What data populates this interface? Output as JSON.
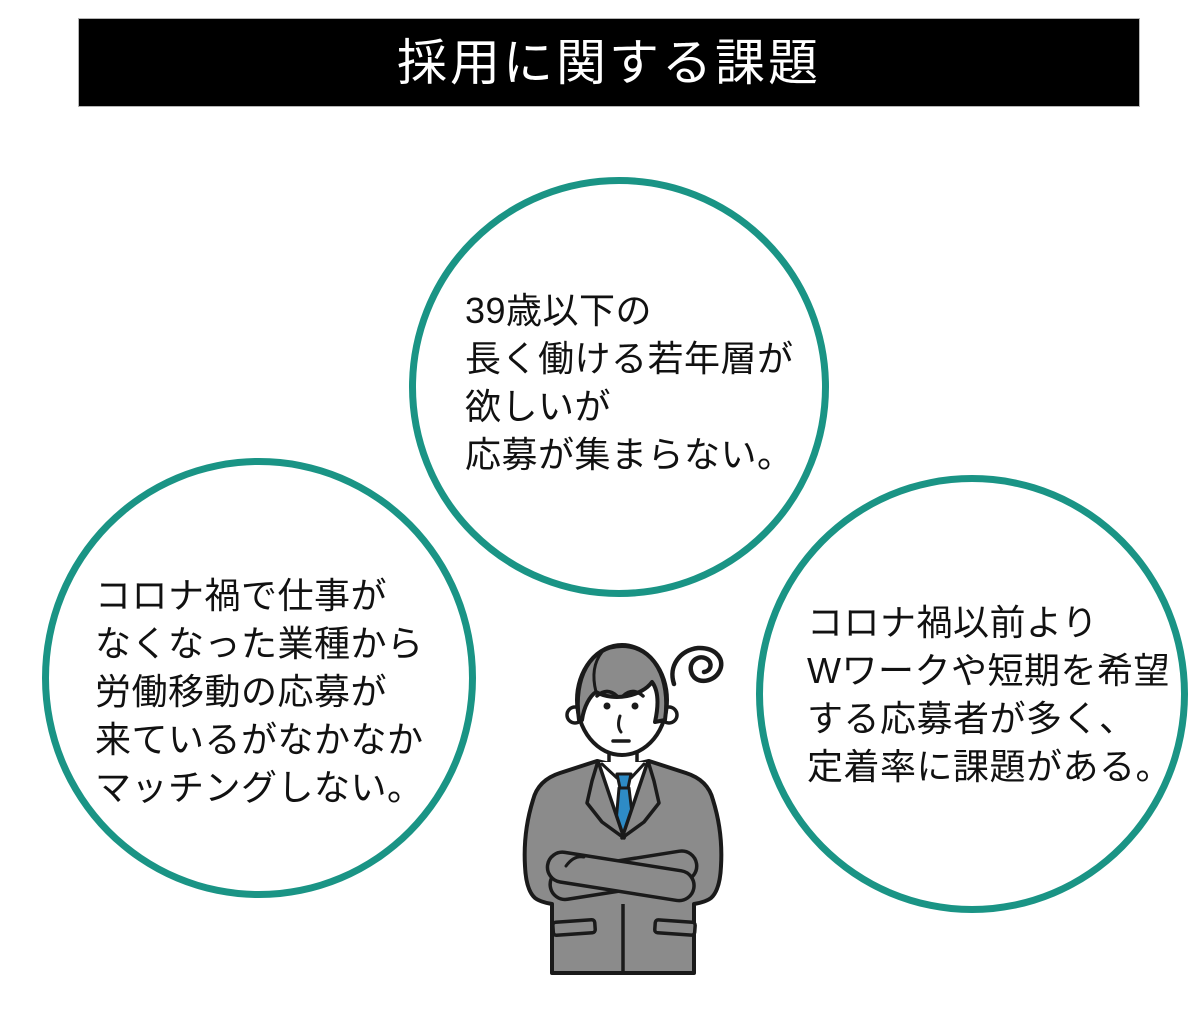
{
  "title": "採用に関する課題",
  "bubbles": {
    "top": {
      "lines": [
        "39歳以下の",
        "長く働ける若年層が",
        "欲しいが",
        "応募が集まらない。"
      ]
    },
    "left": {
      "lines": [
        "コロナ禍で仕事が",
        "なくなった業種から",
        "労働移動の応募が",
        "来ているがなかなか",
        "マッチングしない。"
      ]
    },
    "right": {
      "lines": [
        "コロナ禍以前より",
        "Wワークや短期を希望",
        "する応募者が多く、",
        "定着率に課題がある。"
      ]
    }
  },
  "icons": {
    "illustration": "worried-businessman-illustration",
    "scribble": "worry-squiggle-icon"
  },
  "colors": {
    "accent_teal": "#1a9485",
    "banner_bg": "#000000",
    "banner_text": "#ffffff",
    "body_text": "#111111",
    "suit_gray": "#8b8b8b",
    "tie_blue": "#2e8bc6",
    "outline_black": "#1a1a1a"
  }
}
